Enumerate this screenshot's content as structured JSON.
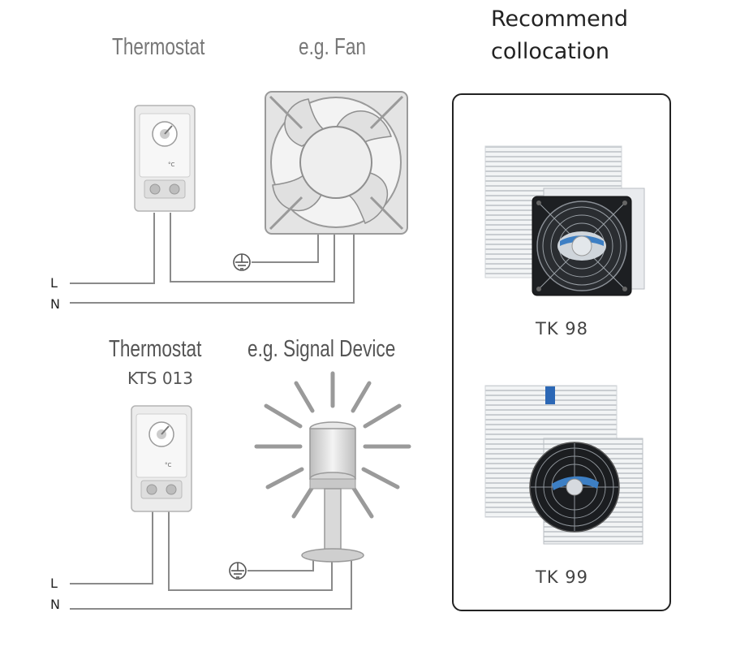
{
  "header": {
    "recommend_line1": "Recommend",
    "recommend_line2": "collocation"
  },
  "diagram_top": {
    "thermostat_label": "Thermostat",
    "device_label": "e.g. Fan",
    "wire_l": "L",
    "wire_n": "N",
    "thermostat_unit": "°C"
  },
  "diagram_bottom": {
    "thermostat_label": "Thermostat",
    "thermostat_model": "KTS 013",
    "device_label": "e.g. Signal Device",
    "wire_l": "L",
    "wire_n": "N",
    "thermostat_unit": "°C"
  },
  "products": [
    {
      "name": "TK 98"
    },
    {
      "name": "TK 99"
    }
  ],
  "colors": {
    "wire": "#8a8a8a",
    "device_fill": "#e6e6e6",
    "device_stroke": "#9a9a9a",
    "panel_border": "#222222",
    "fan_blade_accent": "#3d7fc4",
    "filter_blue": "#2b67b5"
  }
}
